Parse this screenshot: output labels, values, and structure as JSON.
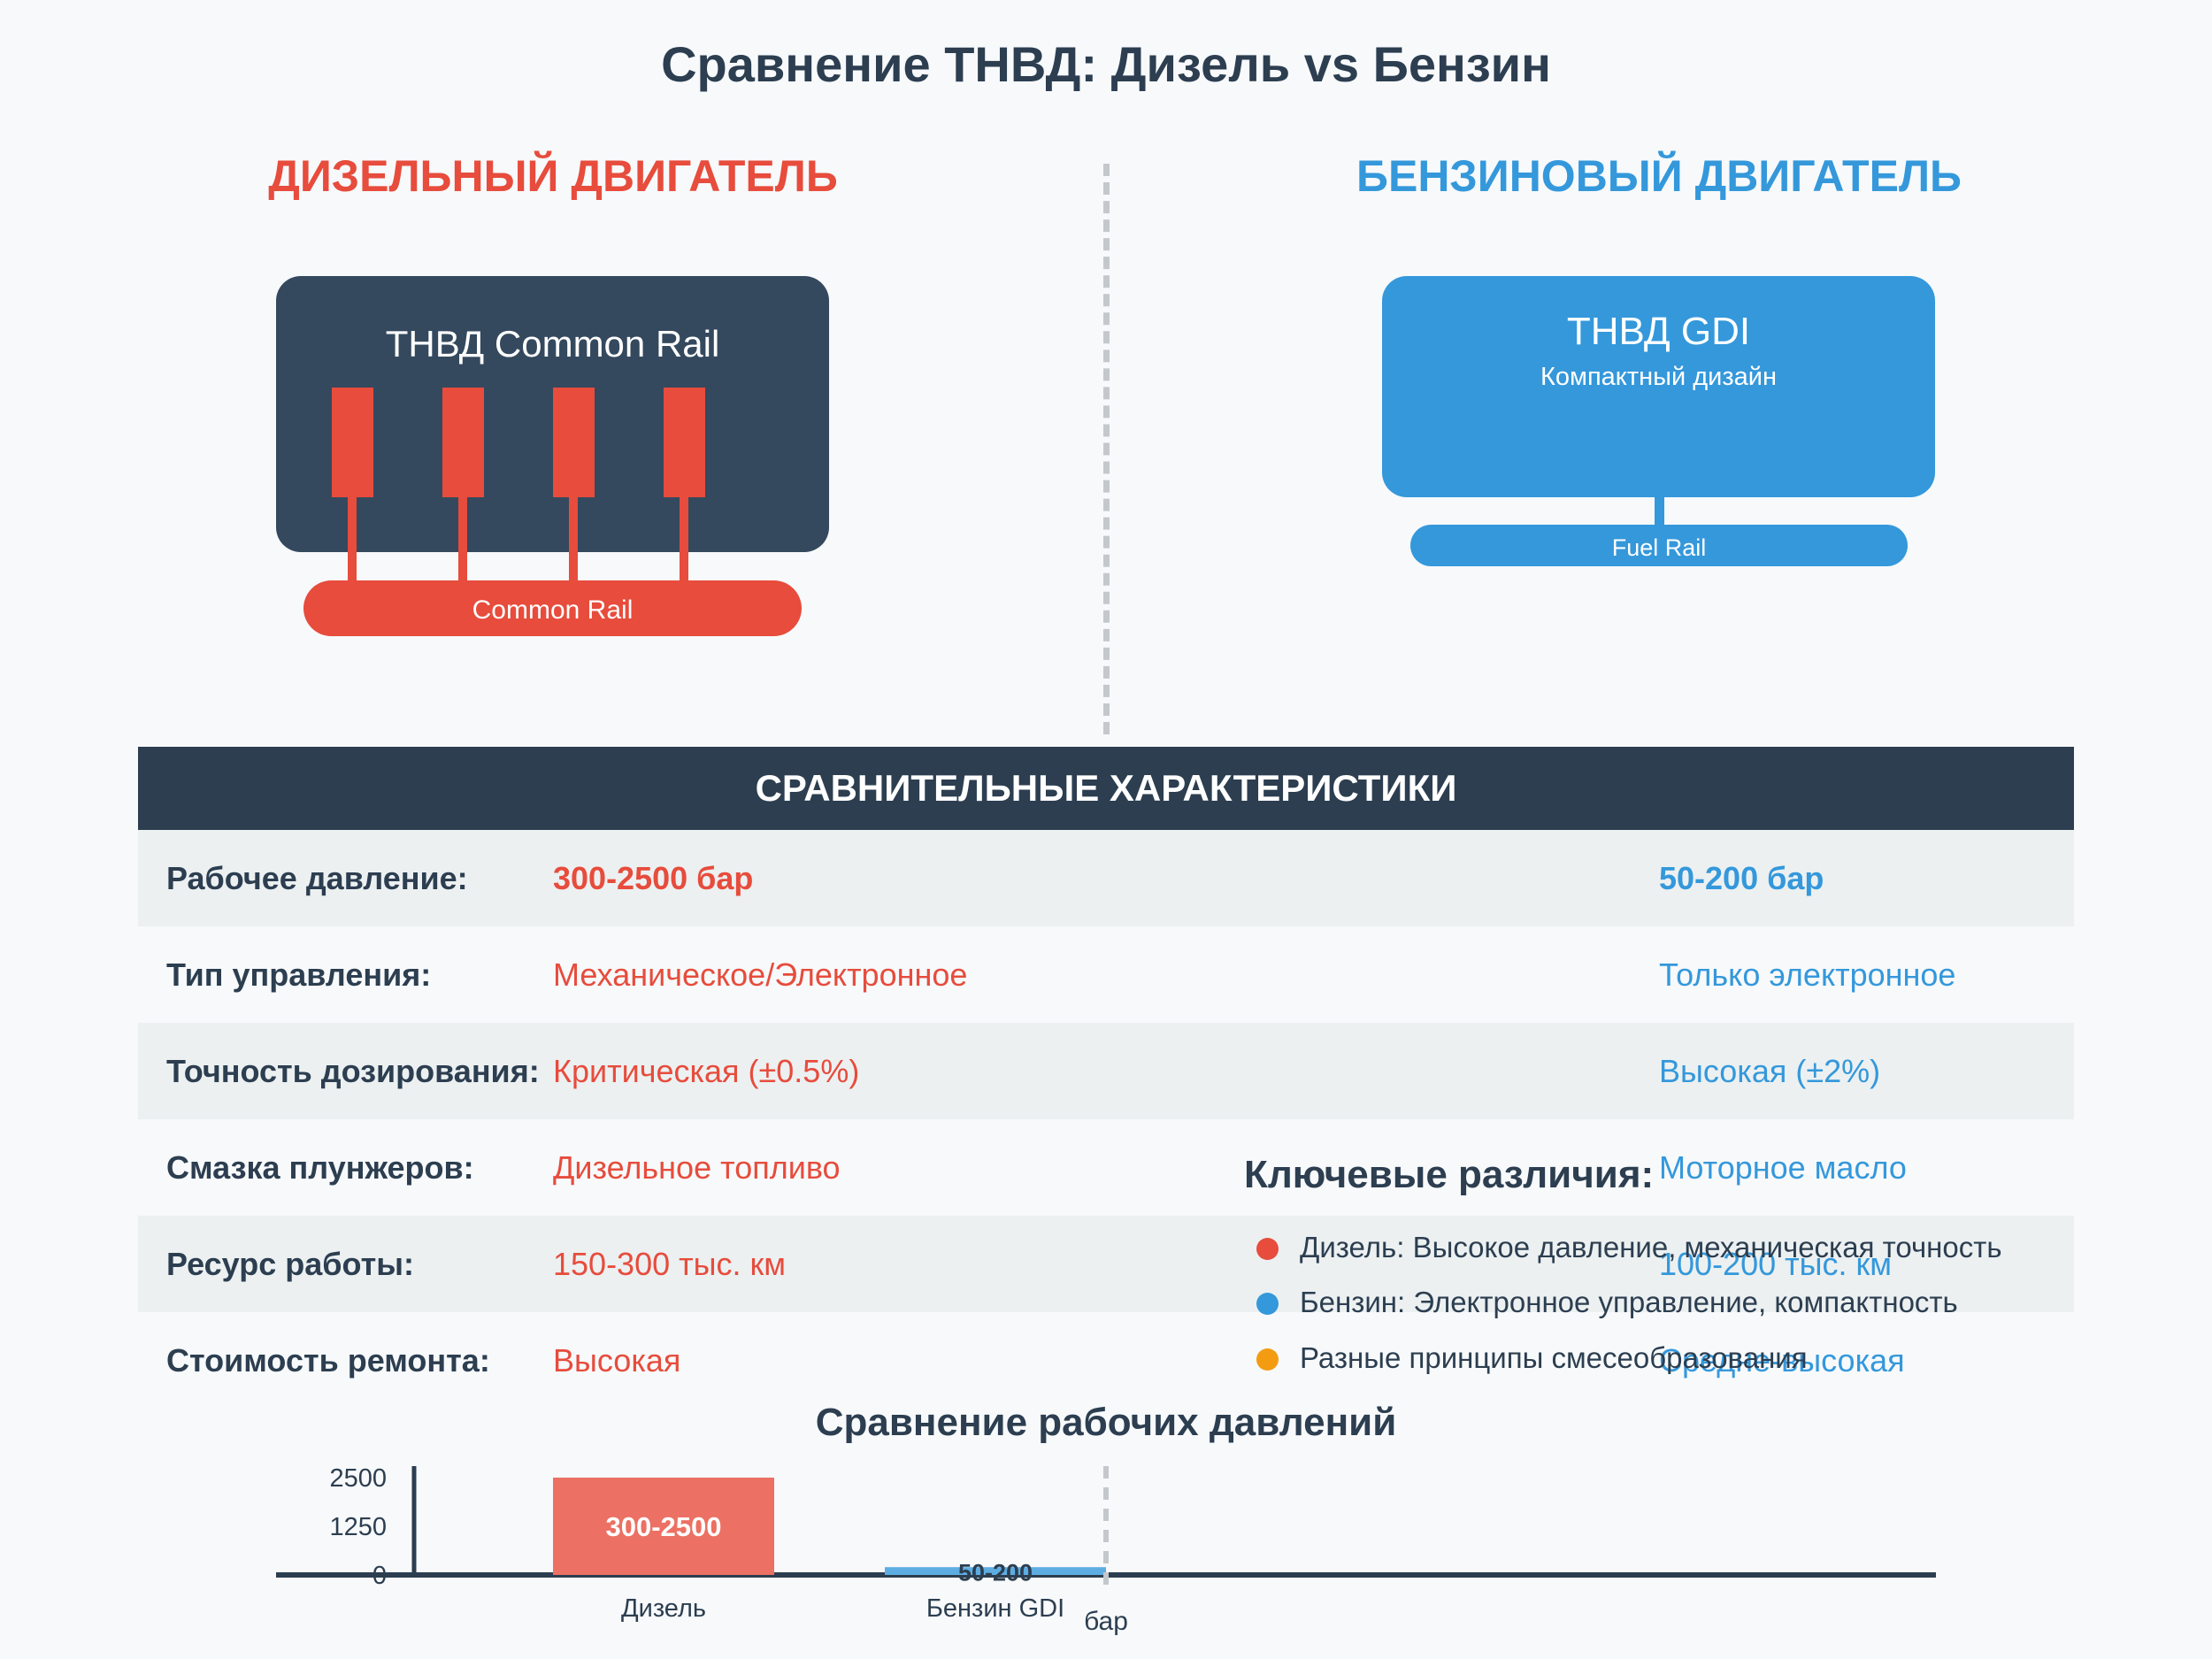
{
  "title": "Сравнение ТНВД: Дизель vs Бензин",
  "diesel": {
    "heading": "ДИЗЕЛЬНЫЙ ДВИГАТЕЛЬ",
    "pump_label": "ТНВД Common Rail",
    "rail_label": "Common Rail",
    "plunger_count": 4,
    "color": "#e74c3c",
    "body_color": "#34495e"
  },
  "petrol": {
    "heading": "БЕНЗИНОВЫЙ ДВИГАТЕЛЬ",
    "pump_label": "ТНВД GDI",
    "pump_sublabel": "Компактный дизайн",
    "rail_label": "Fuel Rail",
    "color": "#3498db"
  },
  "table": {
    "header": "СРАВНИТЕЛЬНЫЕ ХАРАКТЕРИСТИКИ",
    "rows": [
      {
        "label": "Рабочее давление:",
        "diesel": "300-2500 бар",
        "petrol": "50-200 бар"
      },
      {
        "label": "Тип управления:",
        "diesel": "Механическое/Электронное",
        "petrol": "Только электронное"
      },
      {
        "label": "Точность дозирования:",
        "diesel": "Критическая (±0.5%)",
        "petrol": "Высокая (±2%)"
      },
      {
        "label": "Смазка плунжеров:",
        "diesel": "Дизельное топливо",
        "petrol": "Моторное масло"
      },
      {
        "label": "Ресурс работы:",
        "diesel": "150-300 тыс. км",
        "petrol": "100-200 тыс. км"
      },
      {
        "label": "Стоимость ремонта:",
        "diesel": "Высокая",
        "petrol": "Средне-высокая"
      }
    ]
  },
  "key_differences": {
    "title": "Ключевые различия:",
    "items": [
      {
        "text": "Дизель: Высокое давление, механическая точность",
        "color": "#e74c3c"
      },
      {
        "text": "Бензин: Электронное управление, компактность",
        "color": "#3498db"
      },
      {
        "text": "Разные принципы смесеобразования",
        "color": "#f39c12"
      }
    ]
  },
  "chart_data": {
    "type": "bar",
    "title": "Сравнение рабочих давлений",
    "categories": [
      "Дизель",
      "Бензин GDI"
    ],
    "values": [
      2500,
      200
    ],
    "value_labels": [
      "300-2500",
      "50-200"
    ],
    "colors": [
      "#ec7063",
      "#5dade2"
    ],
    "yticks": [
      0,
      1250,
      2500
    ],
    "ylim": [
      0,
      2500
    ],
    "xlabel": "бар",
    "grid": false
  }
}
